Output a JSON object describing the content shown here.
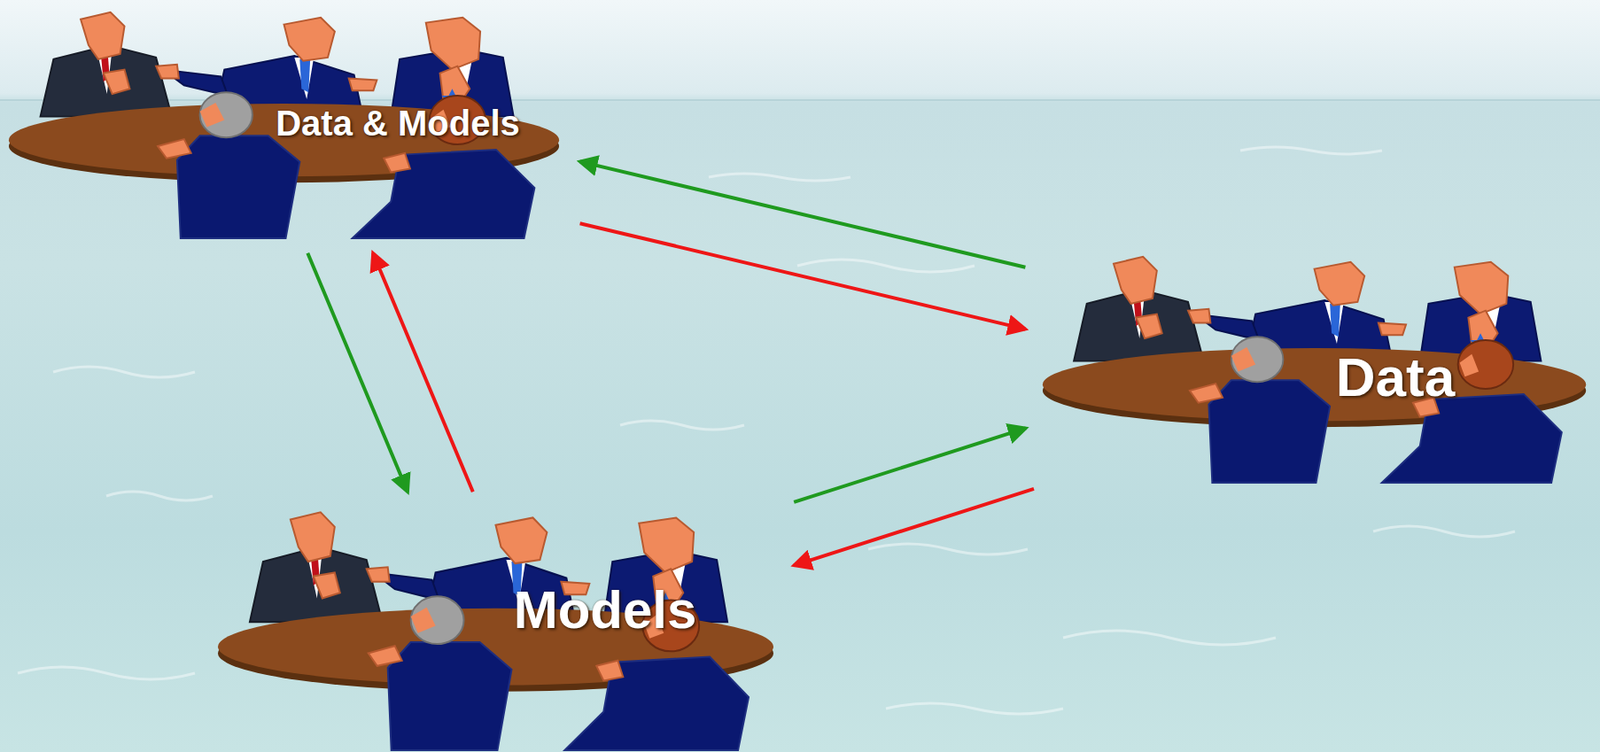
{
  "diagram": {
    "nodes": [
      {
        "text": [
          "Data & Models"
        ]
      },
      {
        "text": [
          "Data"
        ]
      },
      {
        "text": [
          "Models"
        ]
      }
    ],
    "edges": [
      {
        "from": 1,
        "to": 0,
        "arrow": "to"
      },
      {
        "from": 0,
        "to": 1,
        "arrow": "to"
      },
      {
        "from": 0,
        "to": 2,
        "arrow": "to"
      },
      {
        "from": 2,
        "to": 0,
        "arrow": "to"
      },
      {
        "from": 2,
        "to": 1,
        "arrow": "to"
      },
      {
        "from": 1,
        "to": 2,
        "arrow": "to"
      }
    ]
  }
}
